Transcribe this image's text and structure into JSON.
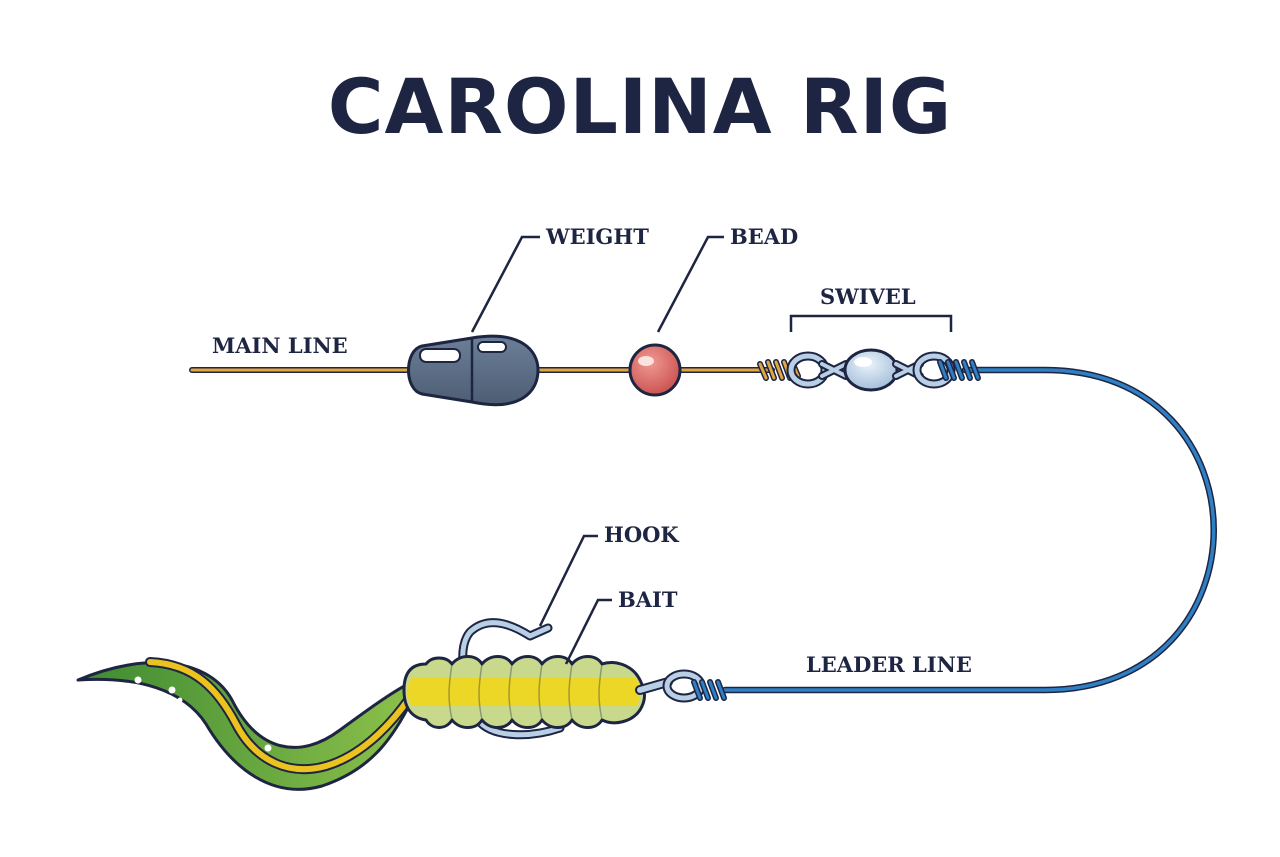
{
  "title": "CAROLINA RIG",
  "labels": {
    "main_line": "MAIN LINE",
    "weight": "WEIGHT",
    "bead": "BEAD",
    "swivel": "SWIVEL",
    "hook": "HOOK",
    "bait": "BAIT",
    "leader_line": "LEADER LINE"
  },
  "colors": {
    "outline": "#1e2542",
    "main_line": "#e0a640",
    "leader_line": "#2f7fc4",
    "weight": "#5c6e86",
    "bead": "#d9605e",
    "swivel_metal": "#b9cfe6",
    "bait_body": "#d9dc3a",
    "bait_tail_green": "#4f9a3a",
    "bait_tail_yellow": "#ecc21e"
  }
}
